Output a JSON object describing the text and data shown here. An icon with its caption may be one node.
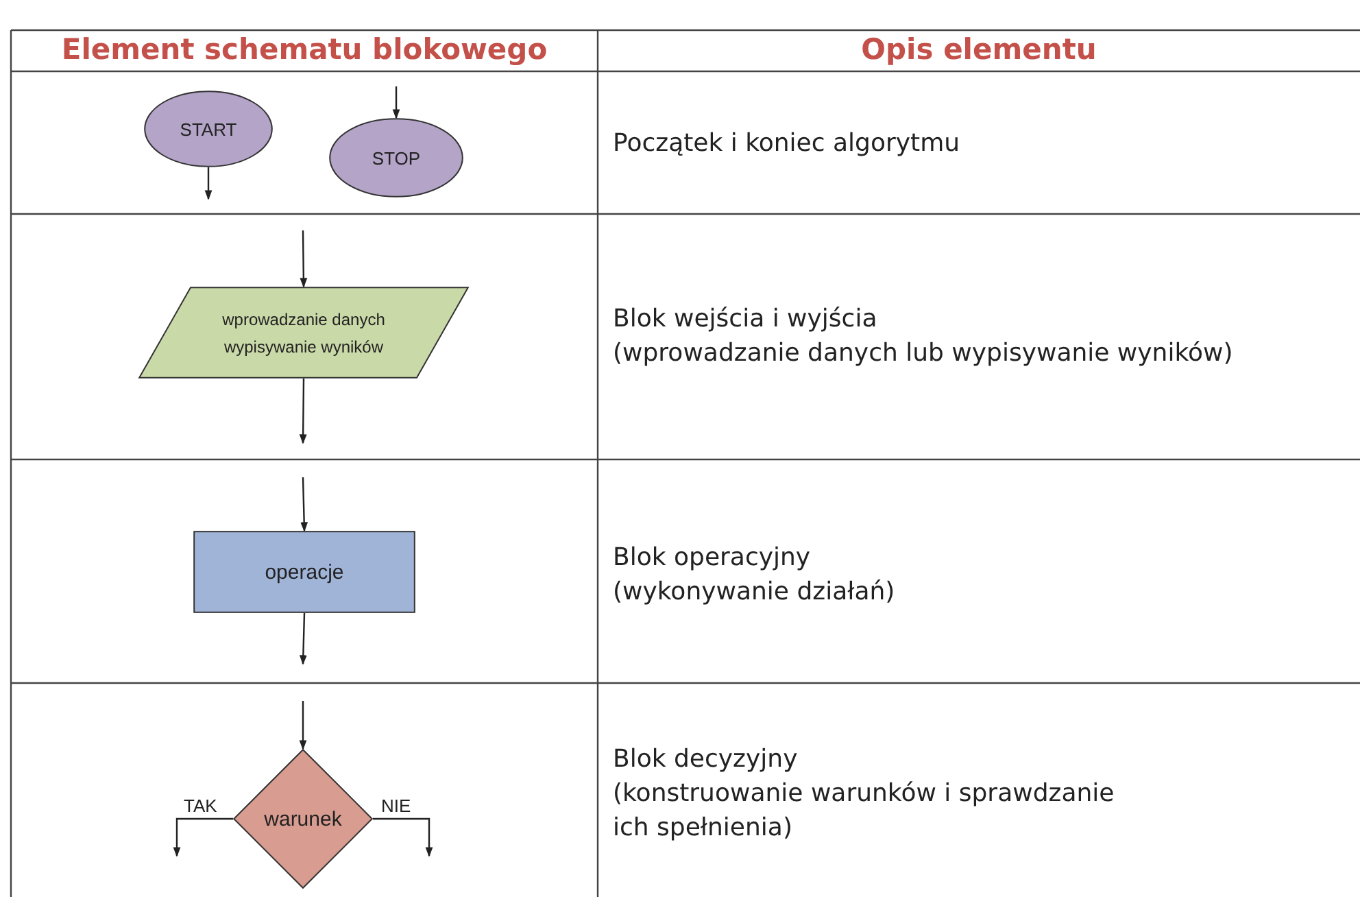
{
  "diagram": {
    "nodes": [
      {
        "text": [
          "START"
        ]
      },
      {
        "text": [
          "STOP"
        ]
      },
      {
        "text": [
          "wprowadzanie danych wypisywanie wyników"
        ]
      },
      {
        "text": [
          "operacje"
        ]
      },
      {
        "text": [
          "warunek"
        ]
      }
    ],
    "edges": [
      {
        "from": 0,
        "to": null,
        "arrow": "to"
      },
      {
        "from": null,
        "to": 1,
        "arrow": "to"
      },
      {
        "from": null,
        "to": 2,
        "arrow": "to"
      },
      {
        "from": 2,
        "to": null,
        "arrow": "to"
      },
      {
        "from": null,
        "to": 3,
        "arrow": "to"
      },
      {
        "from": 3,
        "to": null,
        "arrow": "to"
      },
      {
        "from": null,
        "to": 4,
        "arrow": "to"
      },
      {
        "from": 4,
        "to": null,
        "arrow": "to",
        "label": "TAK"
      },
      {
        "from": 4,
        "to": null,
        "arrow": "to",
        "label": "NIE"
      }
    ],
    "labels": [
      "Element schematu blokowego",
      "Opis elementu",
      "Początek i koniec algorytmu",
      "Blok wejścia i wyjścia",
      "(wprowadzanie danych lub wypisywanie wyników)",
      "Blok operacyjny",
      "(wykonywanie działań)",
      "Blok decyzyjny",
      "(konstruowanie warunków i sprawdzanie ich spełnienia)"
    ]
  }
}
